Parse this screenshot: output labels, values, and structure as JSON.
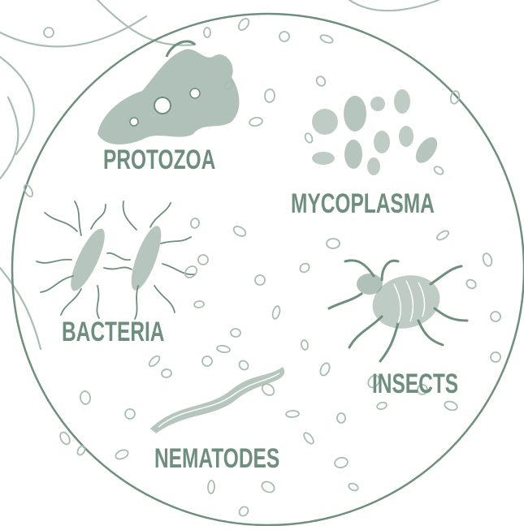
{
  "colors": {
    "ink": "#6e8e7e",
    "ink_light": "#a9bdb2",
    "background": "#ffffff"
  },
  "labels": {
    "protozoa": "PROTOZOA",
    "mycoplasma": "MYCOPLASMA",
    "bacteria": "BACTERIA",
    "insects": "INSECTS",
    "nematodes": "NEMATODES"
  }
}
